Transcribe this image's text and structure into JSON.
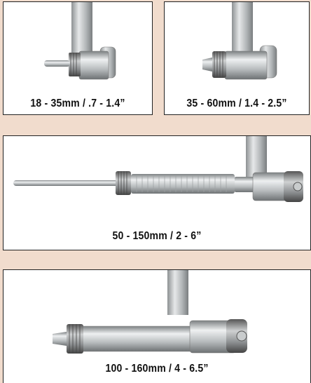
{
  "panels": [
    {
      "id": "p1",
      "caption": "18 - 35mm / .7 - 1.4”"
    },
    {
      "id": "p2",
      "caption": "35 - 60mm / 1.4 - 2.5”"
    },
    {
      "id": "p3",
      "caption": "50 - 150mm / 2 - 6”"
    },
    {
      "id": "p4",
      "caption": "100 - 160mm / 4 - 6.5”"
    }
  ]
}
